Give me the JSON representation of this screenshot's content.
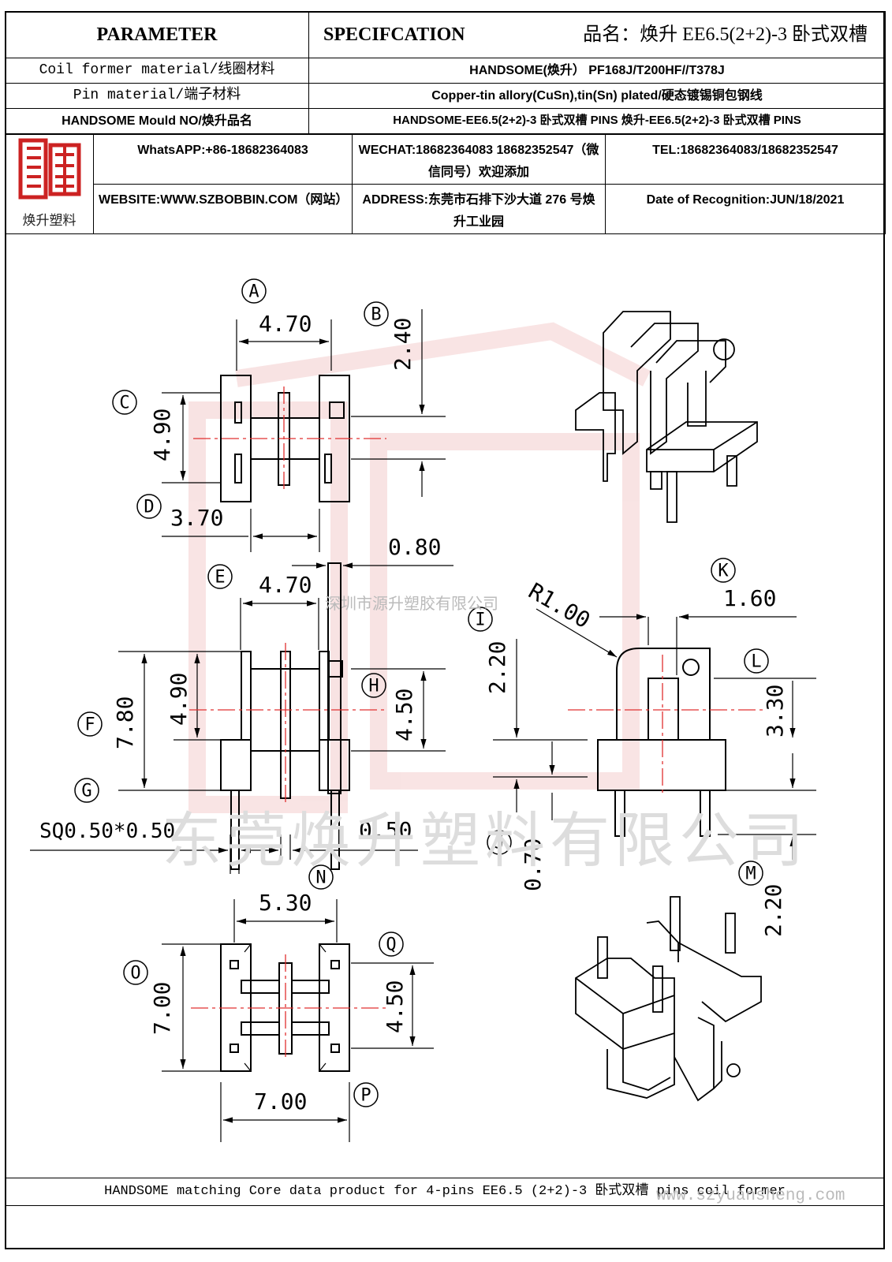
{
  "header": {
    "parameter": "PARAMETER",
    "specification": "SPECIFCATION",
    "product_name": "品名：焕升 EE6.5(2+2)-3 卧式双槽"
  },
  "rows": [
    {
      "label": "Coil former material/线圈材料",
      "value": "HANDSOME(焕升） PF168J/T200HF//T378J"
    },
    {
      "label": "Pin material/端子材料",
      "value": "Copper-tin allory(CuSn),tin(Sn) plated/硬态镀锡铜包钢线"
    },
    {
      "label": "HANDSOME Mould NO/焕升品名",
      "value": "HANDSOME-EE6.5(2+2)-3 卧式双槽 PINS 焕升-EE6.5(2+2)-3 卧式双槽 PINS"
    }
  ],
  "company": {
    "logo_text": "焕升塑料",
    "whatsapp": "WhatsAPP:+86-18682364083",
    "wechat": "WECHAT:18682364083 18682352547（微信同号）欢迎添加",
    "tel": "TEL:18682364083/18682352547",
    "website": "WEBSITE:WWW.SZBOBBIN.COM（网站）",
    "address": "ADDRESS:东莞市石排下沙大道 276 号焕升工业园",
    "date": "Date of Recognition:JUN/18/2021"
  },
  "dimensions": {
    "A": "A",
    "B": "B",
    "C": "C",
    "D": "D",
    "E": "E",
    "F": "F",
    "G": "G",
    "H": "H",
    "I": "I",
    "J": "J",
    "K": "K",
    "L": "L",
    "M": "M",
    "N": "N",
    "O": "O",
    "P": "P",
    "Q": "Q",
    "a_val": "4.70",
    "b_val": "2.40",
    "c_val": "4.90",
    "d_val": "3.70",
    "e_val": "4.70",
    "e2_val": "0.80",
    "f_val": "7.80",
    "f2_val": "4.90",
    "h_val": "4.50",
    "g_val": "SQ0.50*0.50",
    "g2_val": "0.50",
    "i_val": "2.20",
    "r_val": "R1.00",
    "k_val": "1.60",
    "l_val": "3.30",
    "j_val": "0.70",
    "m_val": "2.20",
    "n_val": "5.30",
    "o_val": "7.00",
    "q_val": "4.50",
    "p_val": "7.00"
  },
  "watermarks": {
    "cn_small": "深圳市源升塑胶有限公司",
    "cn_large": "东莞焕升塑料有限公司",
    "url": "www.szyuansheng.com"
  },
  "footer": "HANDSOME matching Core data product for 4-pins EE6.5 (2+2)-3 卧式双槽 pins coil former",
  "colors": {
    "centerline": "#e03030",
    "watermark_logo": "#f3c9c9"
  }
}
